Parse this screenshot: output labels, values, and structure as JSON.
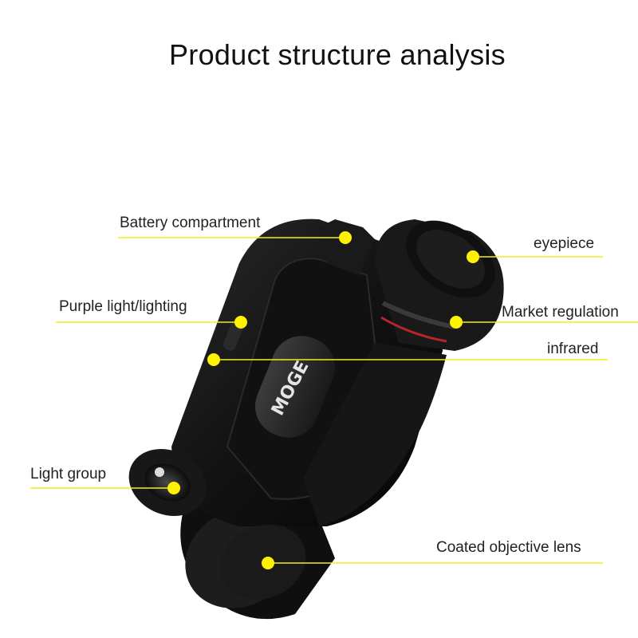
{
  "title": "Product structure analysis",
  "brand_mark": "MOGE",
  "colors": {
    "leader": "#f2ee1a",
    "dot": "#fff200",
    "body": "#141414",
    "accent_ring": "#b3262a"
  },
  "callouts": [
    {
      "id": "battery",
      "label": "Battery compartment"
    },
    {
      "id": "purple",
      "label": "Purple light/lighting"
    },
    {
      "id": "light-group",
      "label": "Light group"
    },
    {
      "id": "eyepiece",
      "label": "eyepiece"
    },
    {
      "id": "market",
      "label": "Market regulation"
    },
    {
      "id": "infrared",
      "label": "infrared"
    },
    {
      "id": "objective",
      "label": "Coated objective lens"
    }
  ]
}
